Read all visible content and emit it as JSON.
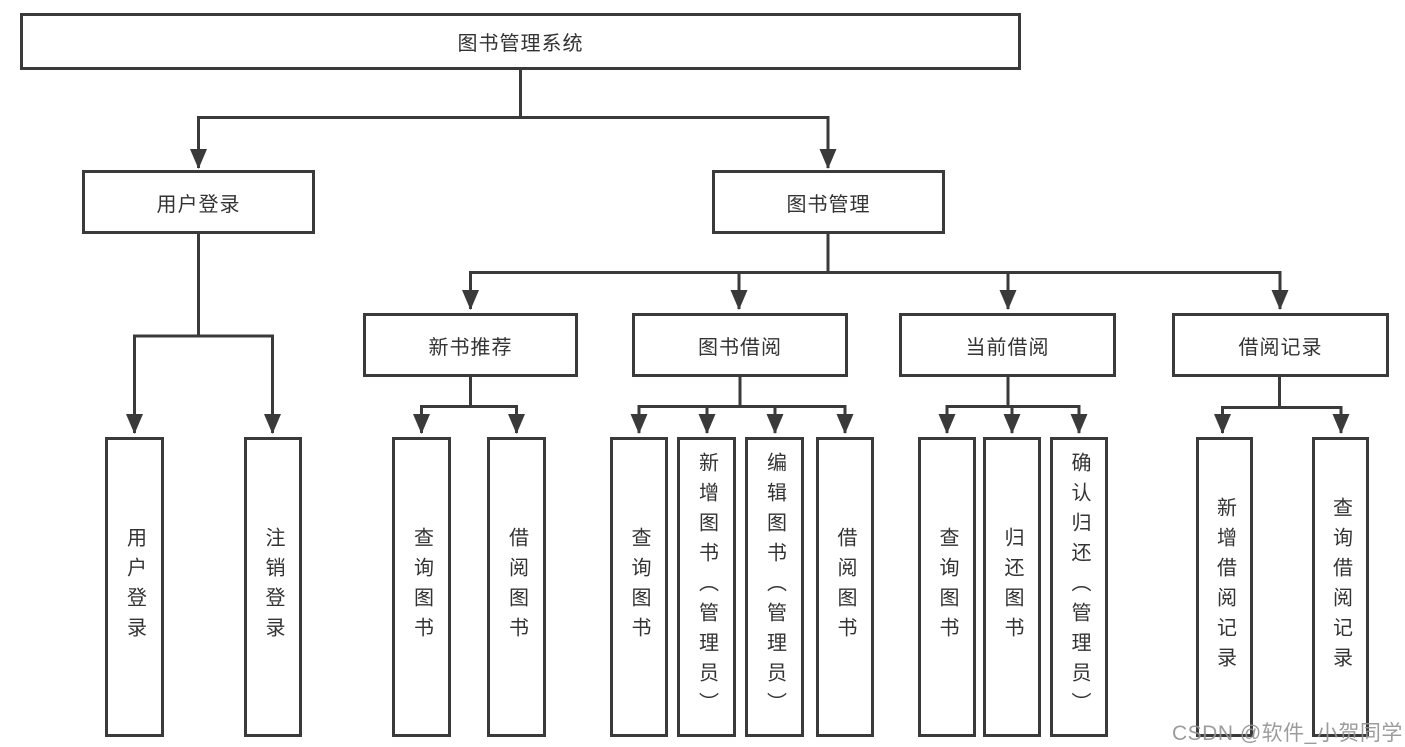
{
  "tree": {
    "root": {
      "label": "图书管理系统"
    },
    "level2": [
      {
        "label": "用户登录"
      },
      {
        "label": "图书管理"
      }
    ],
    "level3": [
      {
        "label": "新书推荐"
      },
      {
        "label": "图书借阅"
      },
      {
        "label": "当前借阅"
      },
      {
        "label": "借阅记录"
      }
    ],
    "leaves": [
      {
        "label": "用户登录"
      },
      {
        "label": "注销登录"
      },
      {
        "label": "查询图书"
      },
      {
        "label": "借阅图书"
      },
      {
        "label": "查询图书"
      },
      {
        "label": "新增图书（管理员）"
      },
      {
        "label": "编辑图书（管理员）"
      },
      {
        "label": "借阅图书"
      },
      {
        "label": "查询图书"
      },
      {
        "label": "归还图书"
      },
      {
        "label": "确认归还（管理员）"
      },
      {
        "label": "新增借阅记录"
      },
      {
        "label": "查询借阅记录"
      }
    ]
  },
  "watermark": {
    "text": "CSDN @软件_小贺同学"
  },
  "colors": {
    "line": "#3a3a3a",
    "text": "#333333",
    "background": "#ffffff",
    "watermark": "#949494"
  }
}
